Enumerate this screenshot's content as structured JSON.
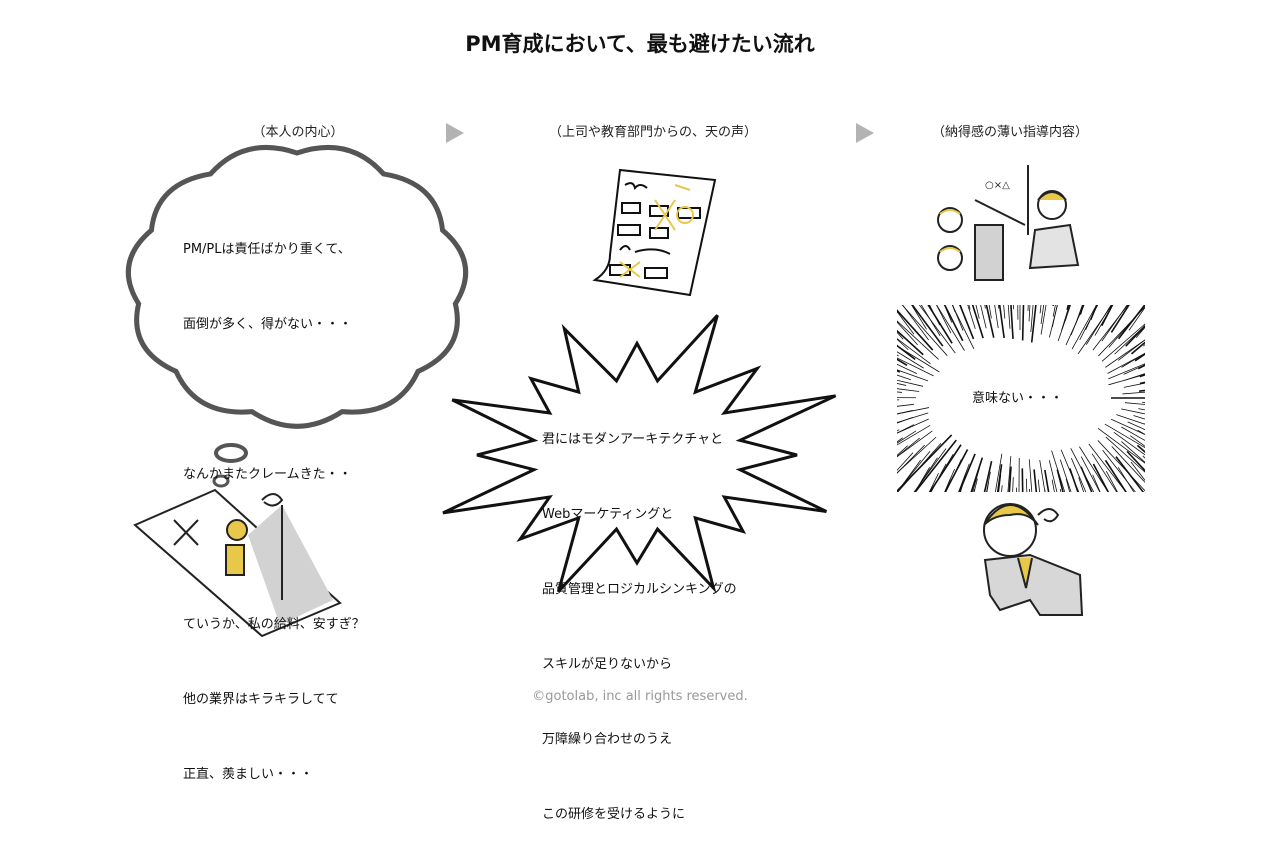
{
  "title": "PM育成において、最も避けたい流れ",
  "columns": [
    {
      "caption": "（本人の内心）",
      "lines": [
        "PM/PLは責任ばかり重くて、",
        "面倒が多く、得がない・・・",
        "",
        "なんかまたクレームきた・・",
        "",
        "ていうか、私の給料、安すぎ？",
        "他の業界はキラキラしてて",
        "正直、羨ましい・・・"
      ]
    },
    {
      "caption": "（上司や教育部門からの、天の声）",
      "lines": [
        "君にはモダンアーキテクチャと",
        "Webマーケティングと",
        "品質管理とロジカルシンキングの",
        "スキルが足りないから",
        "万障繰り合わせのうえ",
        "この研修を受けるように"
      ]
    },
    {
      "caption": "（納得感の薄い指導内容）",
      "lines": [
        "意味ない・・・"
      ]
    }
  ],
  "footer": "©gotolab, inc  all rights reserved.",
  "colors": {
    "accent": "#e8c84a",
    "arrow": "#b3b3b3",
    "cloud_stroke": "#555555"
  }
}
